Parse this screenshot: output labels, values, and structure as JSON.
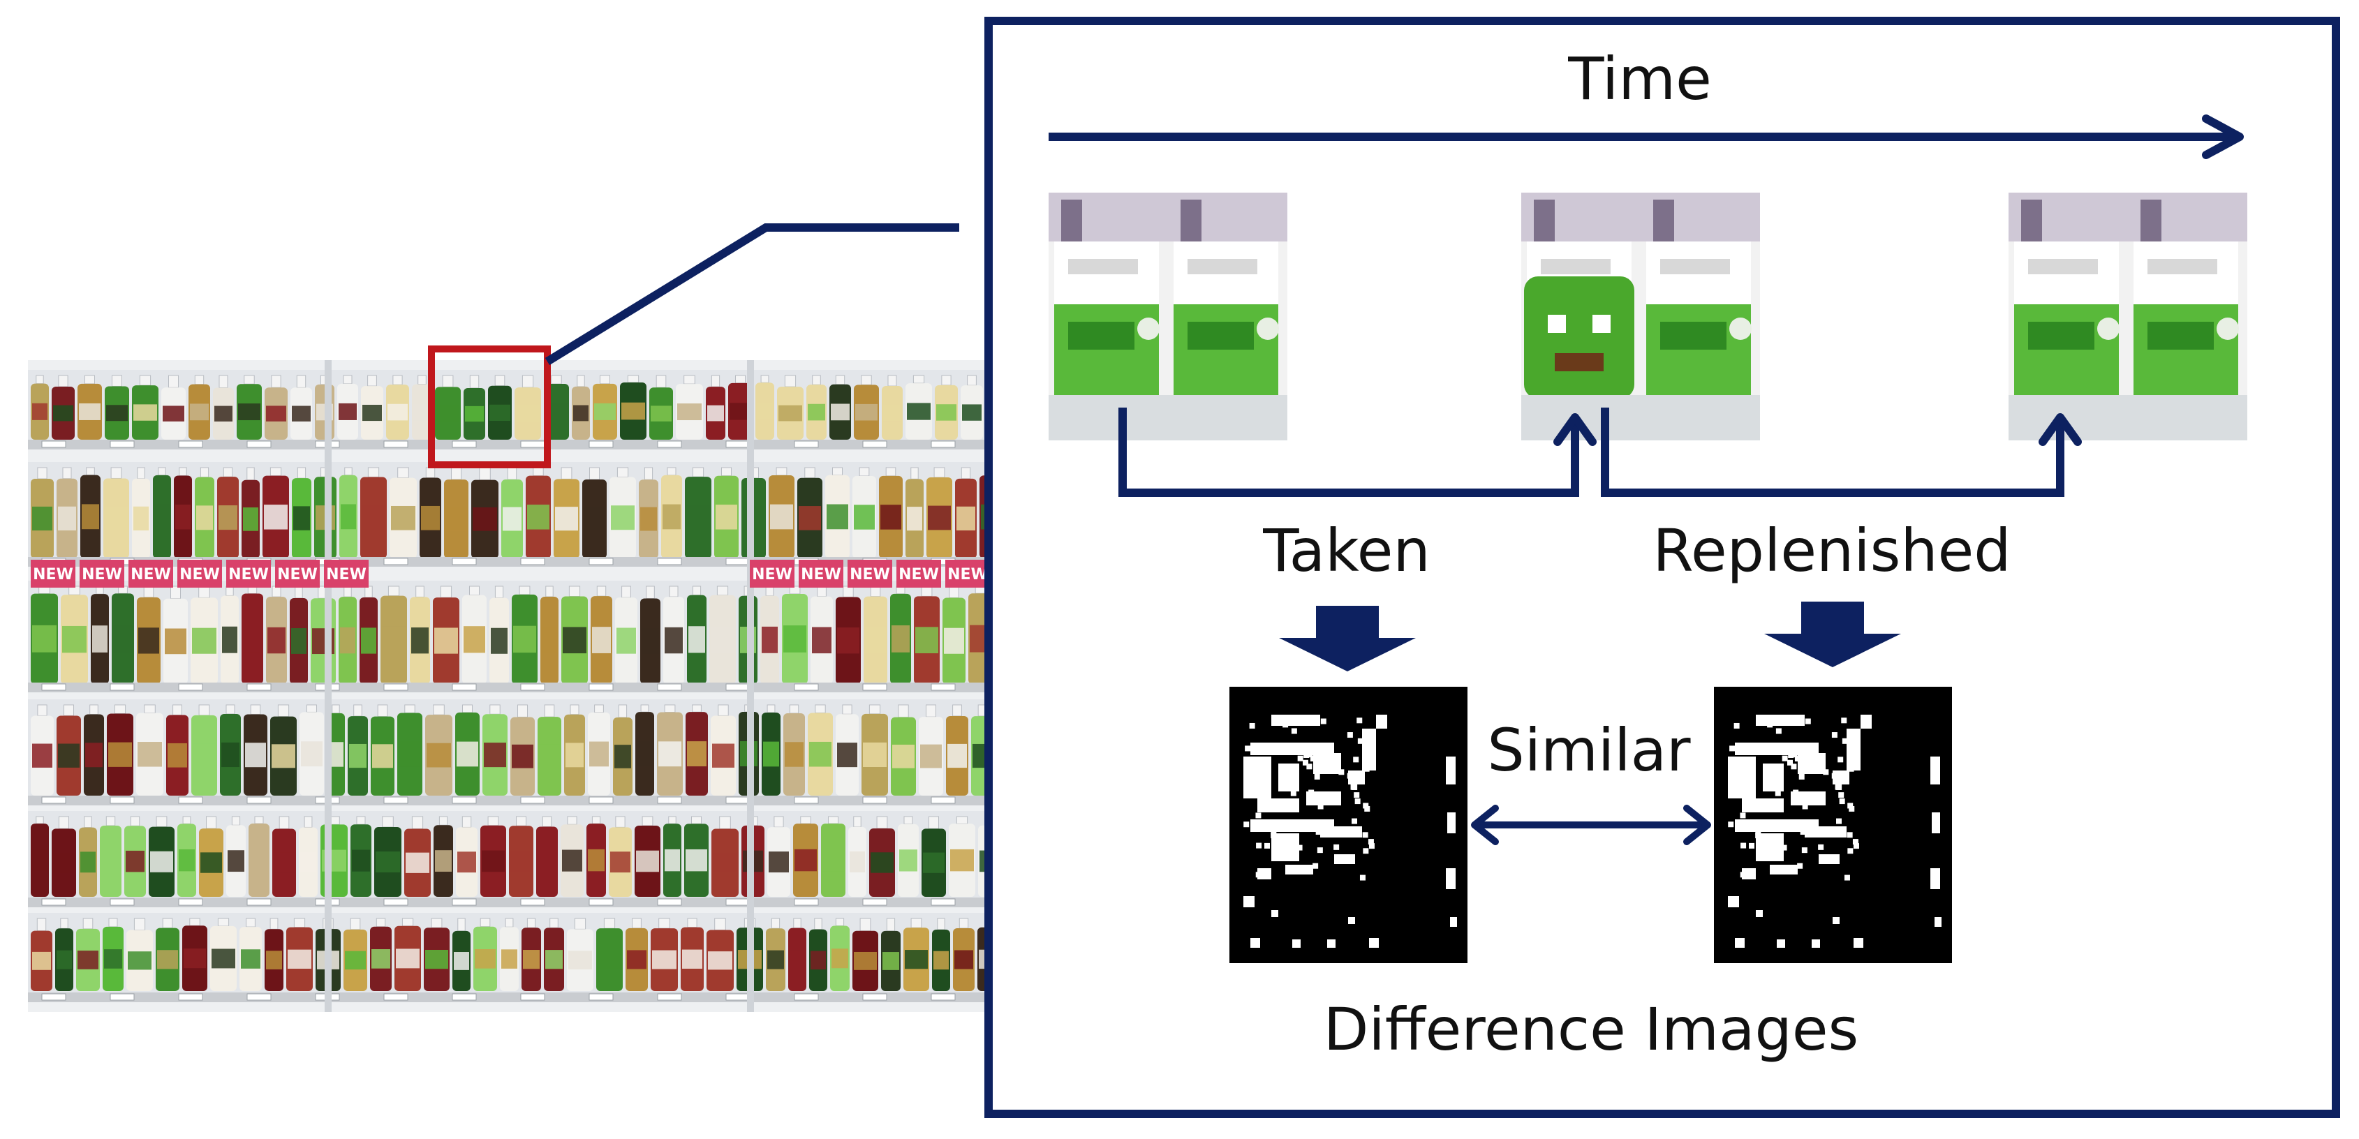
{
  "colors": {
    "navy": "#0d2160",
    "highlight_red": "#c0171c",
    "frame_background": "#ffffff",
    "difference_black": "#000000",
    "difference_white": "#ffffff",
    "product_green": "#59b93a",
    "shelf_gray": "#c9ccd0"
  },
  "photo": {
    "shelf_price_tag_text": "NEW"
  },
  "diagram": {
    "time_label": "Time",
    "taken_label": "Taken",
    "replenished_label": "Replenished",
    "similar_label": "Similar",
    "difference_images_label": "Difference Images"
  }
}
